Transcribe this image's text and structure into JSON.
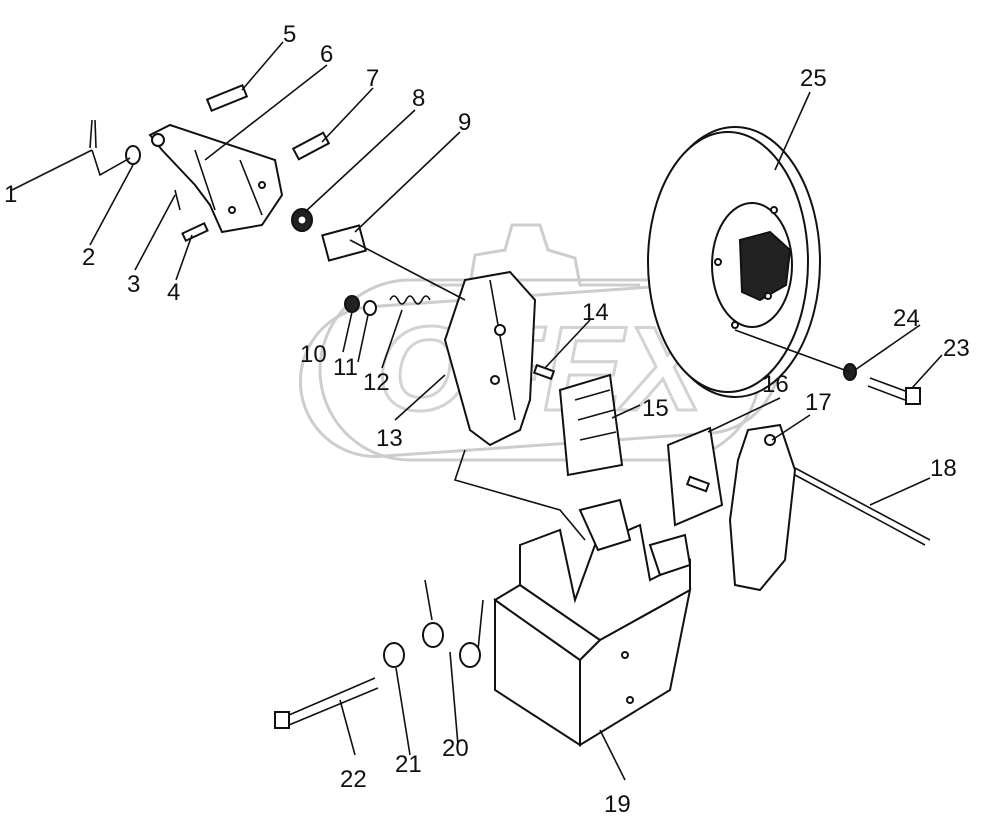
{
  "parts": [
    {
      "id": "1",
      "label": "1"
    },
    {
      "id": "2",
      "label": "2"
    },
    {
      "id": "3",
      "label": "3"
    },
    {
      "id": "4",
      "label": "4"
    },
    {
      "id": "5",
      "label": "5"
    },
    {
      "id": "6",
      "label": "6"
    },
    {
      "id": "7",
      "label": "7"
    },
    {
      "id": "8",
      "label": "8"
    },
    {
      "id": "9",
      "label": "9"
    },
    {
      "id": "10",
      "label": "10"
    },
    {
      "id": "11",
      "label": "11"
    },
    {
      "id": "12",
      "label": "12"
    },
    {
      "id": "13",
      "label": "13"
    },
    {
      "id": "14",
      "label": "14"
    },
    {
      "id": "15",
      "label": "15"
    },
    {
      "id": "16",
      "label": "16"
    },
    {
      "id": "17",
      "label": "17"
    },
    {
      "id": "18",
      "label": "18"
    },
    {
      "id": "19",
      "label": "19"
    },
    {
      "id": "20",
      "label": "20"
    },
    {
      "id": "21",
      "label": "21"
    },
    {
      "id": "22",
      "label": "22"
    },
    {
      "id": "23",
      "label": "23"
    },
    {
      "id": "24",
      "label": "24"
    },
    {
      "id": "25",
      "label": "25"
    }
  ],
  "watermark": {
    "text": "OFEX"
  }
}
